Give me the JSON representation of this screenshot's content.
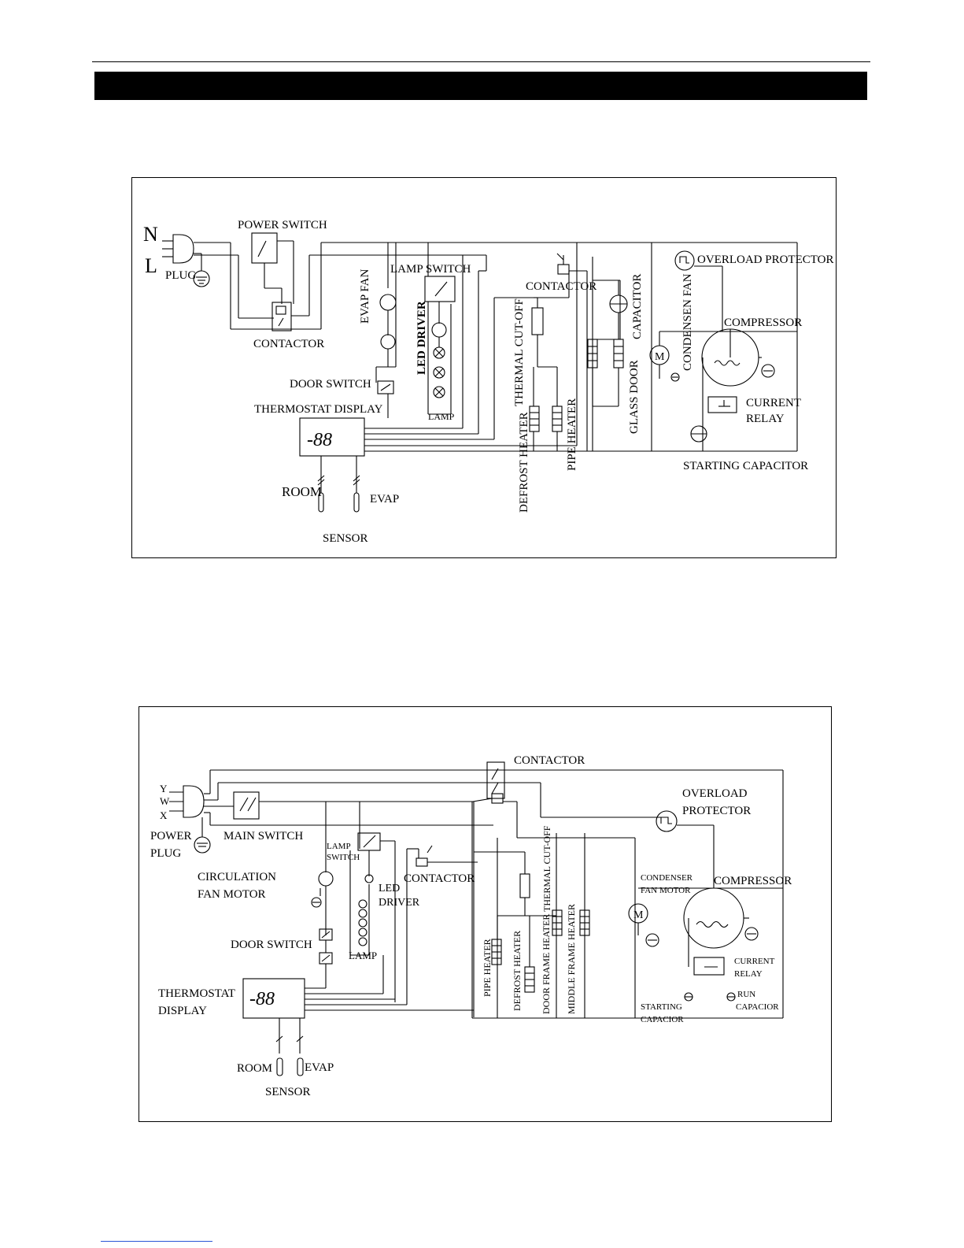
{
  "diagram1": {
    "labels": {
      "N": "N",
      "L": "L",
      "plug": "PLUG",
      "power_switch": "POWER SWITCH",
      "contactor_left": "CONTACTOR",
      "evap_fan": "EVAP FAN",
      "lamp_switch": "LAMP SWITCH",
      "led_driver": "LED DRIVER",
      "lamp": "LAMP",
      "door_switch": "DOOR SWITCH",
      "thermostat_display": "THERMOSTAT DISPLAY",
      "display_readout": "-88",
      "room": "ROOM",
      "evap": "EVAP",
      "sensor": "SENSOR",
      "contactor_right": "CONTACTOR",
      "thermal_cutoff": "THERMAL CUT-OFF",
      "defrost_heater": "DEFROST HEATER",
      "pipe_heater": "PIPE HEATER",
      "capacitor": "CAPACITOR",
      "glass_door": "GLASS DOOR",
      "condensen_fan": "CONDENSEN FAN",
      "overload_protector": "OVERLOAD PROTECTOR",
      "compressor": "COMPRESSOR",
      "current": "CURRENT",
      "relay": "RELAY",
      "starting_capacitor": "STARTING CAPACITOR"
    }
  },
  "diagram2": {
    "labels": {
      "Y": "Y",
      "W": "W",
      "X": "X",
      "power": "POWER",
      "plug": "PLUG",
      "main_switch": "MAIN SWITCH",
      "lamp": "LAMP",
      "switch": "SWITCH",
      "circulation": "CIRCULATION",
      "fan_motor": "FAN MOTOR",
      "led": "LED",
      "driver": "DRIVER",
      "contactor_top": "CONTACTOR",
      "contactor_mid": "CONTACTOR",
      "door_switch": "DOOR SWITCH",
      "lamp_label": "LAMP",
      "thermostat": "THERMOSTAT",
      "display": "DISPLAY",
      "display_readout": "-88",
      "room": "ROOM",
      "evap": "EVAP",
      "sensor": "SENSOR",
      "thermal_cutoff": "THERMAL CUT-OFF",
      "pipe_heater": "PIPE HEATER",
      "defrost_heater": "DEFROST HEATER",
      "door_frame_heater": "DOOR FRAME HEATER",
      "middle_frame_heater": "MIDDLE FRAME HEATER",
      "condenser": "CONDENSER",
      "fan_motor_2": "FAN MOTOR",
      "overload": "OVERLOAD",
      "protector": "PROTECTOR",
      "compressor": "COMPRESSOR",
      "current": "CURRENT",
      "relay": "RELAY",
      "starting": "STARTING",
      "capacior": "CAPACIOR",
      "run": "RUN",
      "run_capacior": "CAPACIOR"
    }
  }
}
